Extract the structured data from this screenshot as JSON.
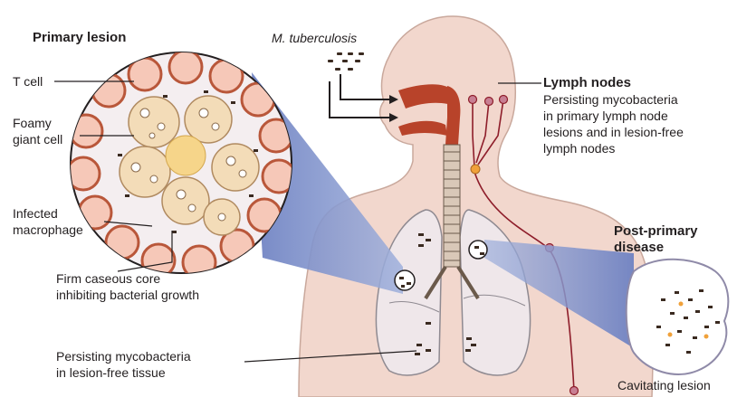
{
  "labels": {
    "primary_lesion": "Primary lesion",
    "t_cell": "T cell",
    "foamy_line1": "Foamy",
    "foamy_line2": "giant cell",
    "infected_line1": "Infected",
    "infected_line2": "macrophage",
    "caseous_line1": "Firm caseous core",
    "caseous_line2": "inhibiting bacterial growth",
    "persisting_line1": "Persisting mycobacteria",
    "persisting_line2": "in lesion-free tissue",
    "m_tuberculosis": "M. tuberculosis",
    "lymph_title": "Lymph nodes",
    "lymph_line1": "Persisting mycobacteria",
    "lymph_line2": "in primary lymph node",
    "lymph_line3": "lesions and in lesion-free",
    "lymph_line4": "lymph nodes",
    "post_line1": "Post-primary",
    "post_line2": "disease",
    "cavitating": "Cavitating lesion"
  },
  "colors": {
    "body": "#f2d7cd",
    "body_stroke": "#c9a89c",
    "lung": "#efe7ea",
    "lung_stroke": "#8f8a91",
    "airway": "#b8432a",
    "lymph": "#8e1d2a",
    "zoom_fill": "#7d8fc8",
    "macrophage_ring": "#b9573a",
    "foamy_cell": "#f3dcb8",
    "bacteria": "#3a2a20",
    "node_orange": "#f0a13a"
  }
}
